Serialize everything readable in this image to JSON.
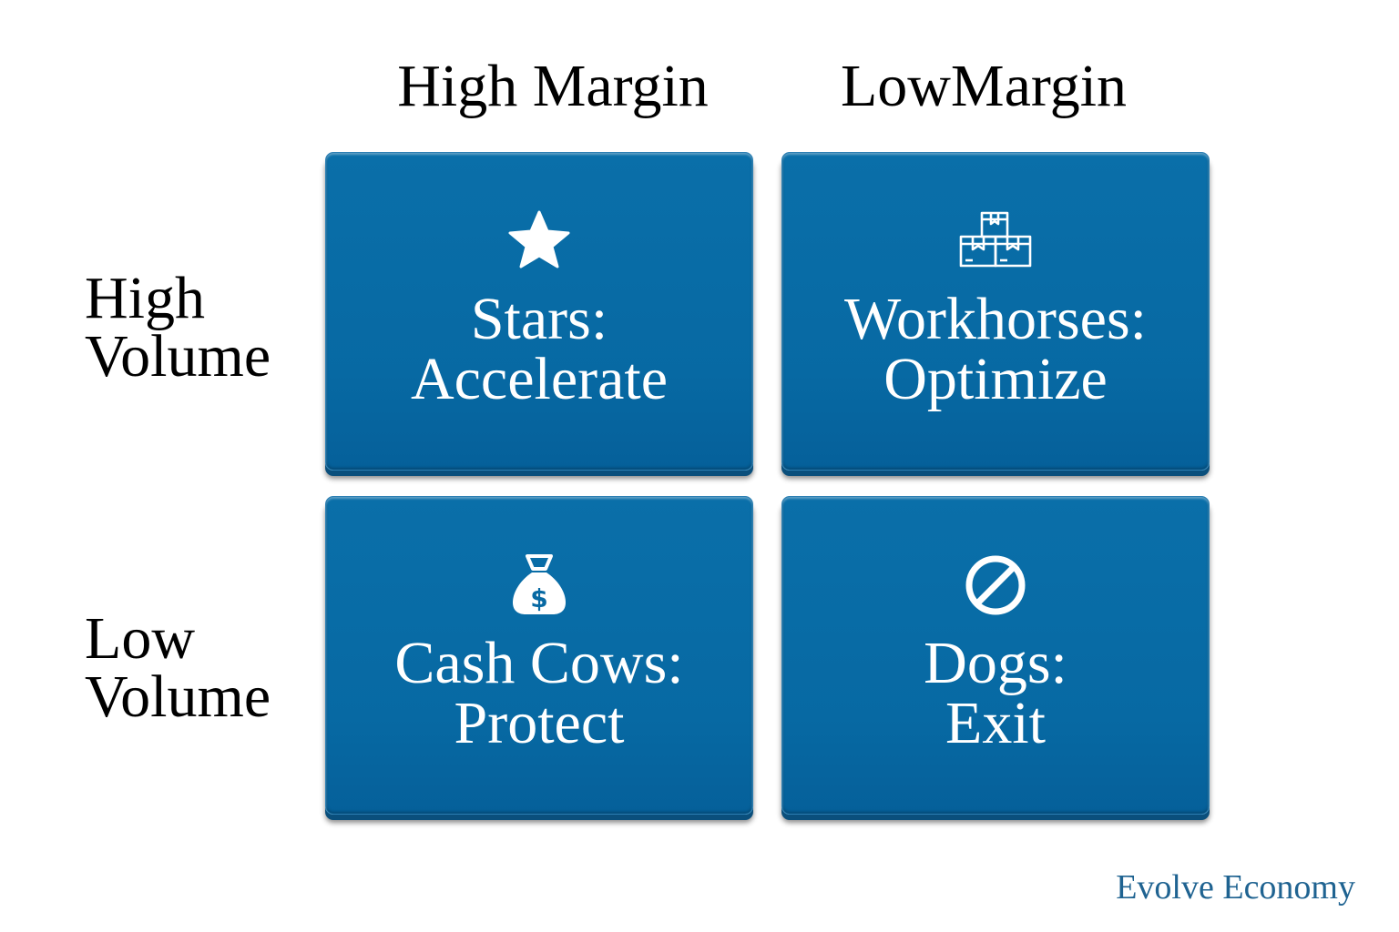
{
  "columns": {
    "high_margin": "High Margin",
    "low_margin": "LowMargin"
  },
  "rows": {
    "high_volume": [
      "High",
      "Volume"
    ],
    "low_volume": [
      "Low",
      "Volume"
    ]
  },
  "cells": {
    "stars": {
      "line1": "Stars:",
      "line2": "Accelerate",
      "icon": "star-icon"
    },
    "workhorses": {
      "line1": "Workhorses:",
      "line2": "Optimize",
      "icon": "boxes-icon"
    },
    "cash_cows": {
      "line1": "Cash Cows:",
      "line2": "Protect",
      "icon": "money-bag-icon"
    },
    "dogs": {
      "line1": "Dogs:",
      "line2": "Exit",
      "icon": "prohibited-icon"
    }
  },
  "brand": "Evolve Economy",
  "colors": {
    "cell_fill": "#0769a3",
    "brand_text": "#1f6391"
  }
}
